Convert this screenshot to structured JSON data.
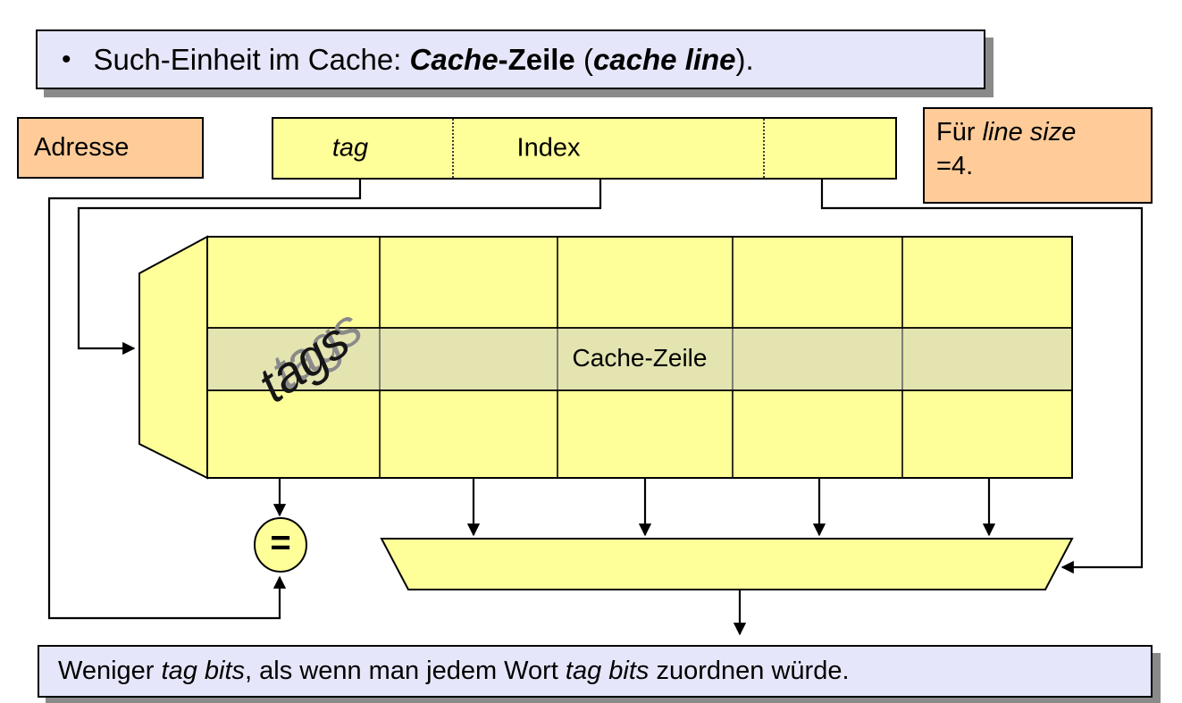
{
  "slide": {
    "title": {
      "bullet": "•",
      "part_normal_1": "Such-Einheit im Cache: ",
      "part_bold_italic_1": "Cache",
      "part_bold_1": "-Zeile",
      "part_normal_2": " (",
      "part_bold_italic_2": "cache line",
      "part_normal_3": ")."
    },
    "address_label": "Adresse",
    "address_field": {
      "tag_label": "tag",
      "index_label": "Index",
      "offset_label": ""
    },
    "line_size_note": {
      "line1_normal": "Für ",
      "line1_italic": "line size",
      "line2": "=4."
    },
    "cache_array": {
      "tags_label": "tags",
      "row_label": "Cache-Zeile",
      "columns": 5,
      "rows": 3
    },
    "comparator_symbol": "=",
    "footer": {
      "part_normal_1": "Weniger ",
      "part_italic_1": "tag bits",
      "part_normal_2": ", als wenn man jedem Wort ",
      "part_italic_2": "tag bits",
      "part_normal_3": " zuordnen würde."
    }
  },
  "colors": {
    "c-yellow": "#ffff99",
    "c-orange": "#ffcc99",
    "c-lavender": "#e6e6fa",
    "c-highlight-row": "#e6e6c4",
    "c-shadow": "#8a8a8a"
  }
}
